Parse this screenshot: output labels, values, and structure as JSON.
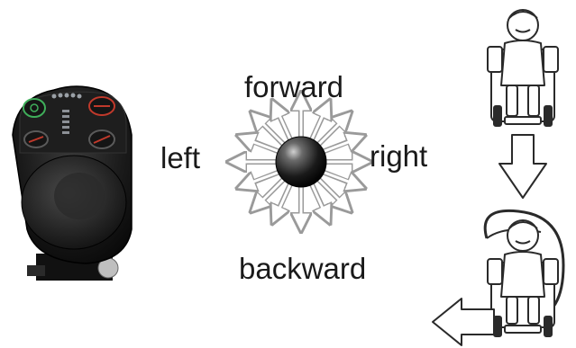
{
  "labels": {
    "forward": "forward",
    "left": "left",
    "right": "right",
    "backward": "backward"
  },
  "icons": {
    "controller": "joystick-controller-icon",
    "knob": "joystick-knob-icon",
    "wheelchair_top": "wheelchair-user-icon",
    "wheelchair_bottom": "wheelchair-user-turning-icon",
    "down_arrow": "down-arrow-icon",
    "left_arrow": "left-arrow-icon"
  },
  "colors": {
    "controller_body": "#151515",
    "button_ring_green": "#3fae5a",
    "button_ring_red": "#c0392b",
    "led_dim": "#9aa0a6",
    "arrow_outline": "#9a9a9a",
    "sketch_outline": "#2a2a2a"
  }
}
